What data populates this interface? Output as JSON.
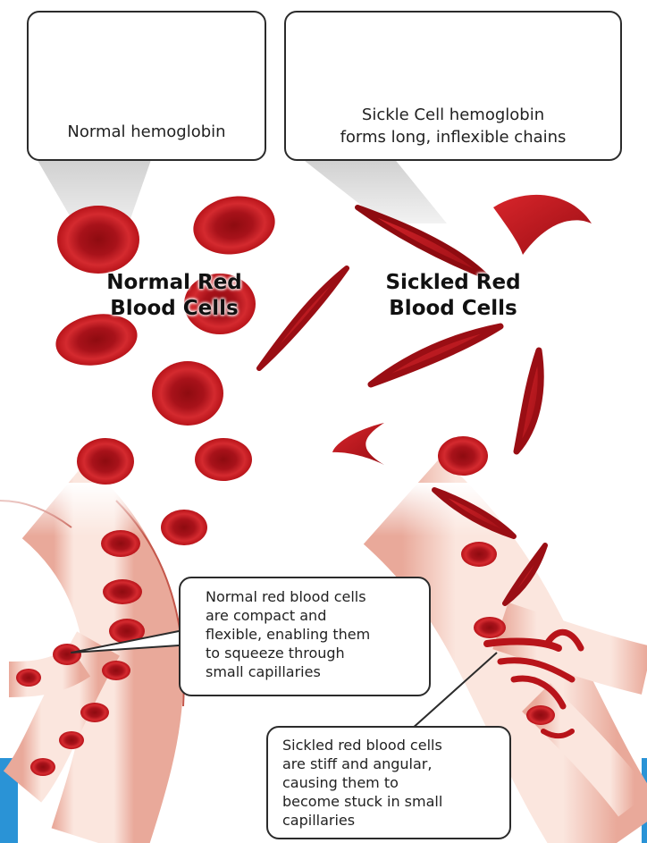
{
  "labels": {
    "normal_hemoglobin": "Normal hemoglobin",
    "sickle_hemoglobin_line1": "Sickle Cell hemoglobin",
    "sickle_hemoglobin_line2": "forms long, inflexible chains",
    "normal_cells_line1": "Normal Red",
    "normal_cells_line2": "Blood Cells",
    "sickled_cells_line1": "Sickled Red",
    "sickled_cells_line2": "Blood Cells"
  },
  "callouts": {
    "normal": [
      "Normal red blood cells",
      "are compact and",
      "flexible, enabling them",
      "to squeeze through",
      "small capillaries"
    ],
    "sickled": [
      "Sickled red blood cells",
      "are stiff and angular,",
      "causing them to",
      "become stuck in small",
      "capillaries"
    ]
  },
  "colors": {
    "cell": "#b8141a",
    "cell_dark": "#8e0b10",
    "cell_light": "#e0393e",
    "vessel": "#f7dbd0",
    "vessel_edge": "#c4564a",
    "protein_orange": "#e8843c",
    "protein_blue": "#4a7fd0",
    "accent_blue": "#2a93d6"
  }
}
